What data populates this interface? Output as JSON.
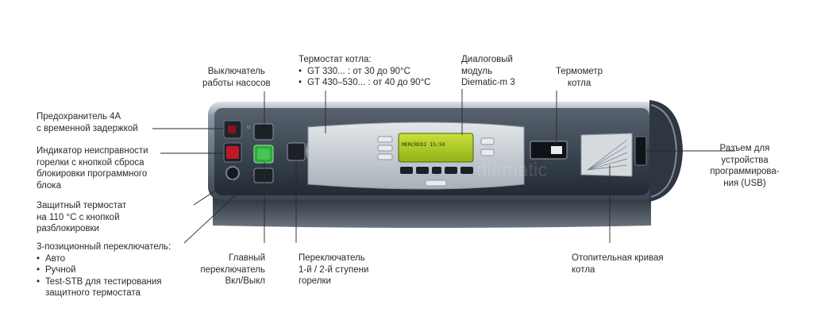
{
  "labels": {
    "pump_switch": [
      "Выключатель",
      "работы насосов"
    ],
    "boiler_thermostat": {
      "title": "Термостат котла:",
      "items": [
        "GT 330... : от 30 до 90°C",
        "GT 430–530... : от 40 до 90°C"
      ]
    },
    "dialog_module": [
      "Диалоговый",
      "модуль",
      "Diematic-m 3"
    ],
    "boiler_thermometer": [
      "Термометр",
      "котла"
    ],
    "fuse": [
      "Предохранитель 4А",
      "с временной задержкой"
    ],
    "fault_indicator": [
      "Индикатор неисправности",
      "горелки с кнопкой сброса",
      "блокировки программного",
      "блока"
    ],
    "safety_thermostat": [
      "Защитный термостат",
      "на 110 °С с кнопкой",
      "разблокировки"
    ],
    "three_pos_switch": {
      "title": "3-позиционный переключатель:",
      "items": [
        "Авто",
        "Ручной",
        "Test-STB для тестирования",
        "защитного термостата"
      ]
    },
    "main_switch": [
      "Главный",
      "переключатель",
      "Вкл/Выкл"
    ],
    "stage_switch": [
      "Переключатель",
      "1-й / 2-й ступени",
      "горелки"
    ],
    "heating_curve": [
      "Отопительная кривая",
      "котла"
    ],
    "usb_port": [
      "Разъем для",
      "устройства",
      "программирова-",
      "ния (USB)"
    ]
  },
  "panel": {
    "display_text": "MERCREDI   15:50",
    "watermark": "diematic",
    "colors": {
      "body": "#3b4652",
      "frame": "#5a6674",
      "faceplate": "#c6ccd2",
      "display": "#a8c81e",
      "main_switch": "#2fa83c",
      "fault_led": "#c0182a"
    }
  }
}
